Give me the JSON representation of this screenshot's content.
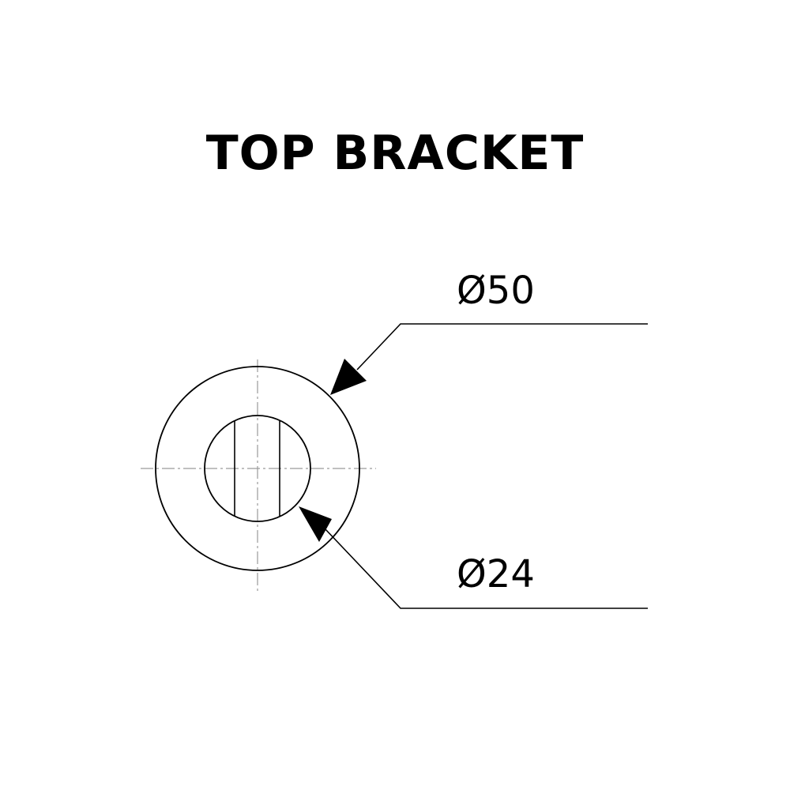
{
  "title": "TOP BRACKET",
  "dimensions": {
    "outer_diameter": "Ø50",
    "inner_diameter": "Ø24"
  },
  "colors": {
    "line": "#000000",
    "centerline": "#9a9a9a",
    "background": "#ffffff"
  }
}
